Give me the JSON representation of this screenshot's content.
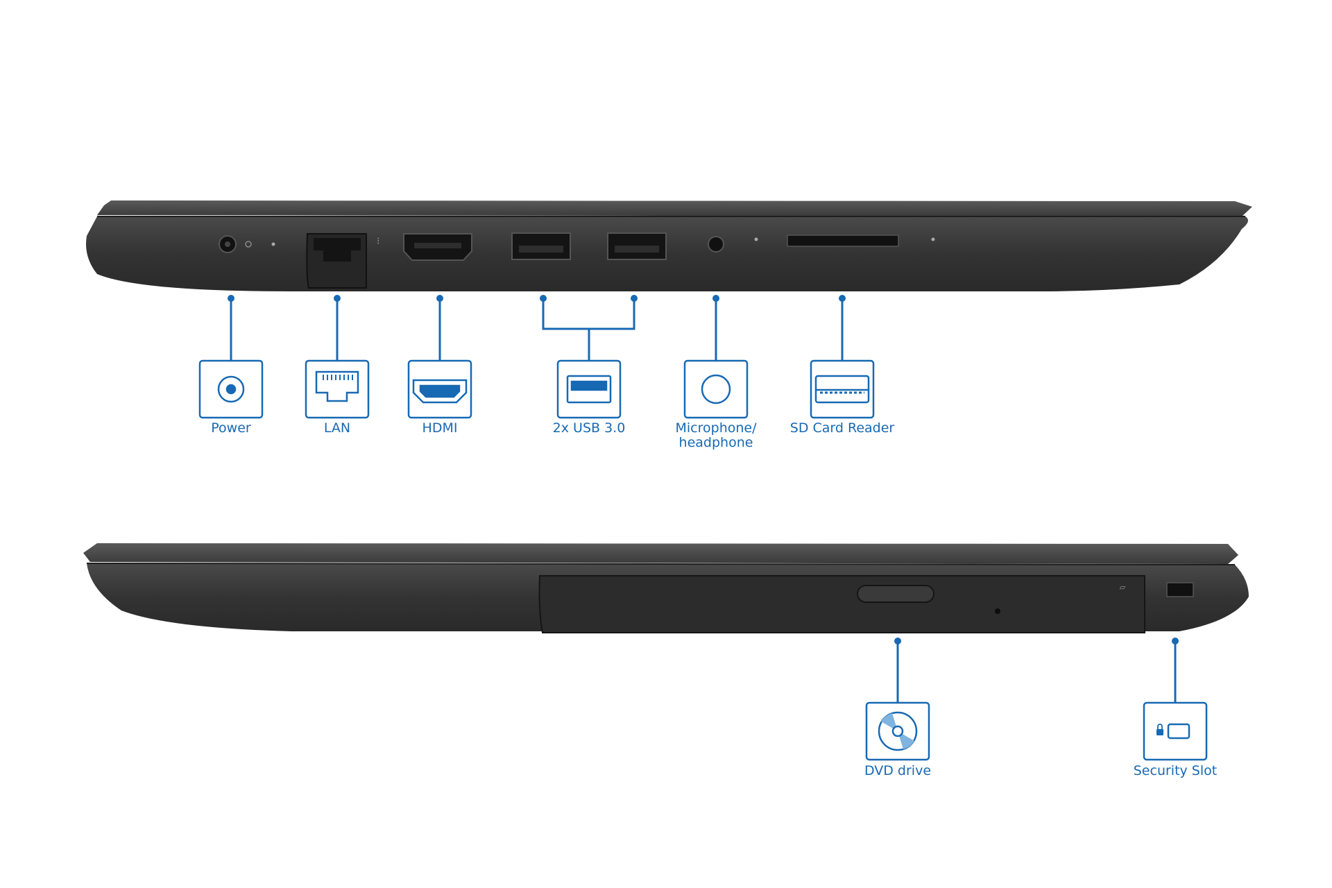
{
  "colors": {
    "accent": "#1769b4",
    "chassis": "#3a3a3a",
    "chassis_dark": "#1f1f1f",
    "background": "#ffffff"
  },
  "left_side": {
    "callouts": [
      {
        "id": "power",
        "icon": "power-jack-icon",
        "lines": [
          "Power"
        ]
      },
      {
        "id": "lan",
        "icon": "ethernet-port-icon",
        "lines": [
          "LAN"
        ]
      },
      {
        "id": "hdmi",
        "icon": "hdmi-port-icon",
        "lines": [
          "HDMI"
        ]
      },
      {
        "id": "usb",
        "icon": "usb-port-icon",
        "lines": [
          "2x USB 3.0"
        ]
      },
      {
        "id": "audio",
        "icon": "audio-jack-icon",
        "lines": [
          "Microphone/",
          "headphone"
        ]
      },
      {
        "id": "sd",
        "icon": "sd-card-icon",
        "lines": [
          "SD Card Reader"
        ]
      }
    ]
  },
  "right_side": {
    "callouts": [
      {
        "id": "dvd",
        "icon": "optical-disc-icon",
        "lines": [
          "DVD drive"
        ]
      },
      {
        "id": "security",
        "icon": "lock-slot-icon",
        "lines": [
          "Security Slot"
        ]
      }
    ]
  }
}
